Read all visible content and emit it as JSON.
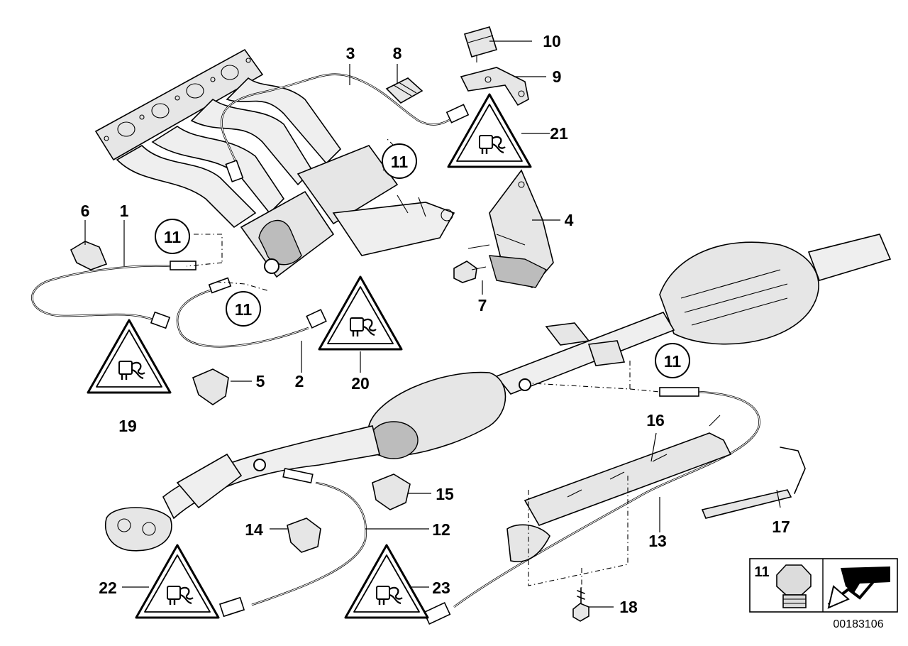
{
  "callouts": [
    {
      "id": "c1",
      "text": "1"
    },
    {
      "id": "c2",
      "text": "2"
    },
    {
      "id": "c3",
      "text": "3"
    },
    {
      "id": "c4",
      "text": "4"
    },
    {
      "id": "c5",
      "text": "5"
    },
    {
      "id": "c6",
      "text": "6"
    },
    {
      "id": "c7",
      "text": "7"
    },
    {
      "id": "c8",
      "text": "8"
    },
    {
      "id": "c9",
      "text": "9"
    },
    {
      "id": "c10",
      "text": "10"
    },
    {
      "id": "c12",
      "text": "12"
    },
    {
      "id": "c13",
      "text": "13"
    },
    {
      "id": "c14",
      "text": "14"
    },
    {
      "id": "c15",
      "text": "15"
    },
    {
      "id": "c16",
      "text": "16"
    },
    {
      "id": "c17",
      "text": "17"
    },
    {
      "id": "c18",
      "text": "18"
    },
    {
      "id": "c19",
      "text": "19"
    },
    {
      "id": "c20",
      "text": "20"
    },
    {
      "id": "c21",
      "text": "21"
    },
    {
      "id": "c22",
      "text": "22"
    },
    {
      "id": "c23",
      "text": "23"
    }
  ],
  "circled_callout": "11",
  "legend": {
    "part_number": "11"
  },
  "diagram_id": "00183106"
}
